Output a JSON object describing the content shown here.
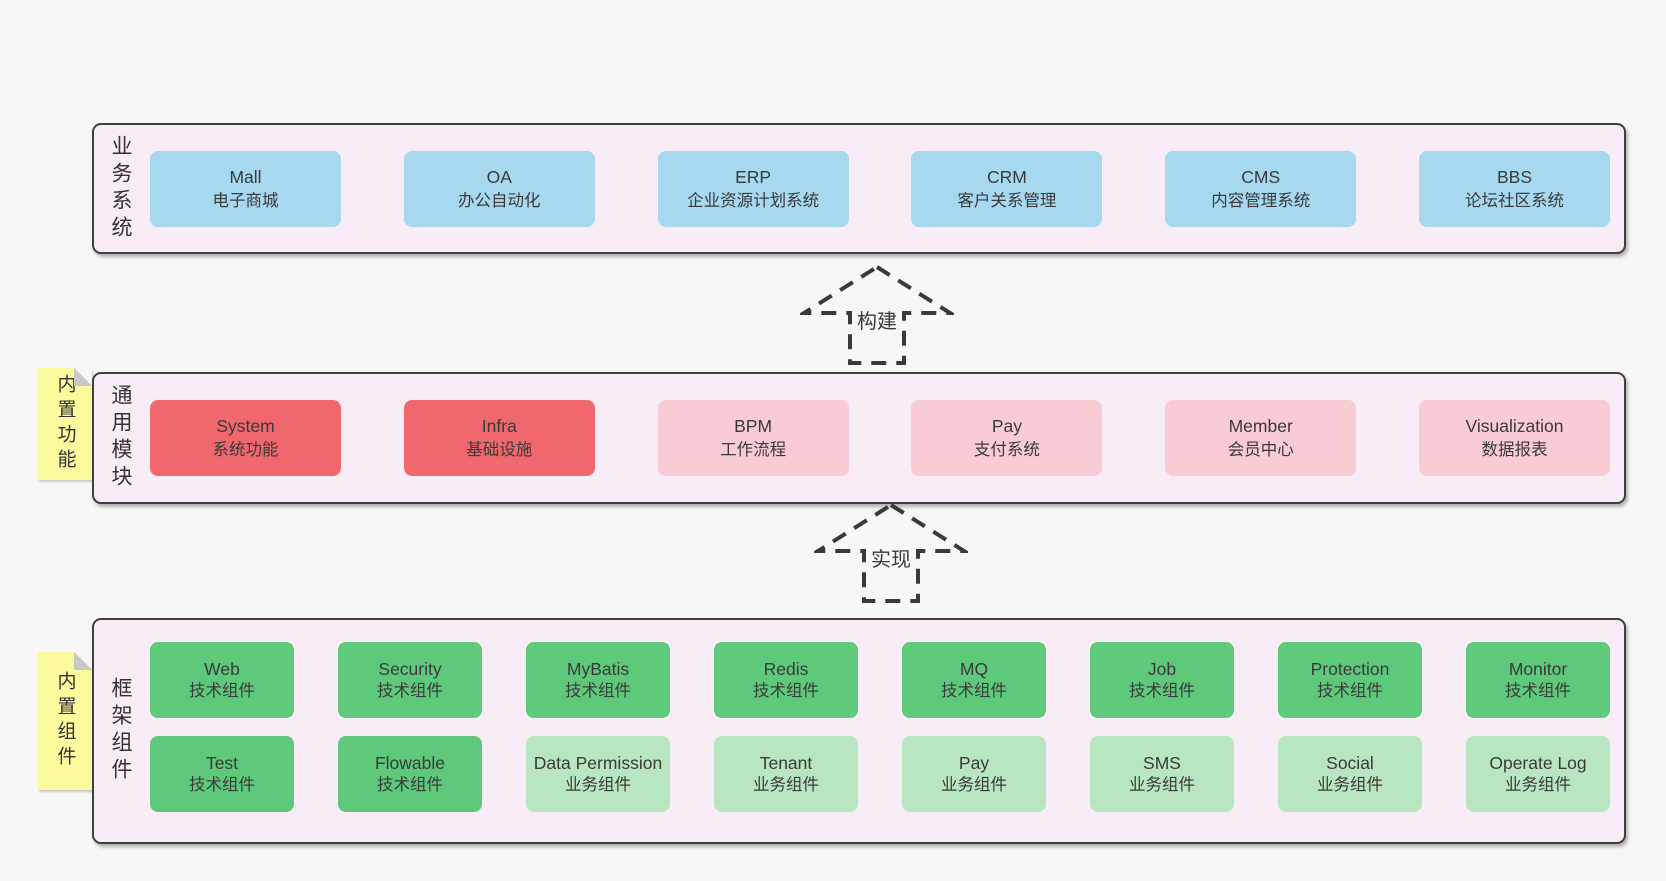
{
  "colors": {
    "page_bg": "#f7f7f7",
    "panel_bg": "#f8edf6",
    "panel_border": "#3f3f3f",
    "blue_box": "#a6d8f0",
    "red_box": "#f0686d",
    "pink_box": "#f9cbd4",
    "green_dark_box": "#5fc97b",
    "green_light_box": "#b8e6c1",
    "sticky_yellow": "#fbfb9e",
    "text": "#3a3a3a"
  },
  "arrows": {
    "build": {
      "label": "构建"
    },
    "implement": {
      "label": "实现"
    }
  },
  "panels": {
    "business": {
      "label": "业务系统",
      "boxes": [
        {
          "title": "Mall",
          "subtitle": "电子商城"
        },
        {
          "title": "OA",
          "subtitle": "办公自动化"
        },
        {
          "title": "ERP",
          "subtitle": "企业资源计划系统"
        },
        {
          "title": "CRM",
          "subtitle": "客户关系管理"
        },
        {
          "title": "CMS",
          "subtitle": "内容管理系统"
        },
        {
          "title": "BBS",
          "subtitle": "论坛社区系统"
        }
      ]
    },
    "modules": {
      "label": "通用模块",
      "sticky": "内置功能",
      "boxes": [
        {
          "title": "System",
          "subtitle": "系统功能"
        },
        {
          "title": "Infra",
          "subtitle": "基础设施"
        },
        {
          "title": "BPM",
          "subtitle": "工作流程"
        },
        {
          "title": "Pay",
          "subtitle": "支付系统"
        },
        {
          "title": "Member",
          "subtitle": "会员中心"
        },
        {
          "title": "Visualization",
          "subtitle": "数据报表"
        }
      ]
    },
    "framework": {
      "label": "框架组件",
      "sticky": "内置组件",
      "row1": [
        {
          "title": "Web",
          "subtitle": "技术组件"
        },
        {
          "title": "Security",
          "subtitle": "技术组件"
        },
        {
          "title": "MyBatis",
          "subtitle": "技术组件"
        },
        {
          "title": "Redis",
          "subtitle": "技术组件"
        },
        {
          "title": "MQ",
          "subtitle": "技术组件"
        },
        {
          "title": "Job",
          "subtitle": "技术组件"
        },
        {
          "title": "Protection",
          "subtitle": "技术组件"
        },
        {
          "title": "Monitor",
          "subtitle": "技术组件"
        }
      ],
      "row2": [
        {
          "title": "Test",
          "subtitle": "技术组件"
        },
        {
          "title": "Flowable",
          "subtitle": "技术组件"
        },
        {
          "title": "Data Permission",
          "subtitle": "业务组件"
        },
        {
          "title": "Tenant",
          "subtitle": "业务组件"
        },
        {
          "title": "Pay",
          "subtitle": "业务组件"
        },
        {
          "title": "SMS",
          "subtitle": "业务组件"
        },
        {
          "title": "Social",
          "subtitle": "业务组件"
        },
        {
          "title": "Operate Log",
          "subtitle": "业务组件"
        }
      ]
    }
  }
}
